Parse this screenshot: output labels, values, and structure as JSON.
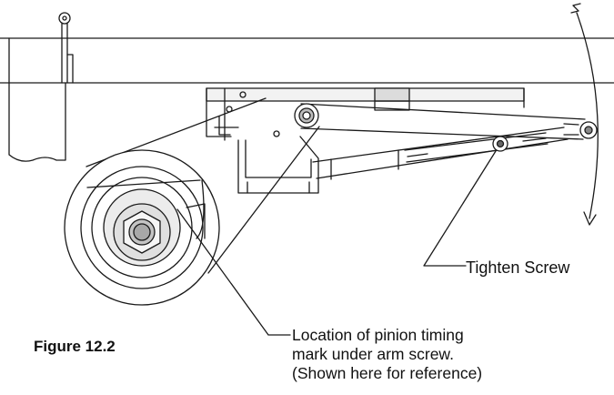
{
  "figure": {
    "caption": "Figure 12.2"
  },
  "callouts": {
    "tighten_screw": "Tighten Screw",
    "timing_mark": [
      "Location of pinion timing",
      "mark under arm screw.",
      "(Shown here for reference)"
    ]
  },
  "colors": {
    "line": "#1a1a1a",
    "fill_light": "#e6e6e6",
    "fill_mid": "#bdbdbd",
    "background": "#ffffff"
  }
}
